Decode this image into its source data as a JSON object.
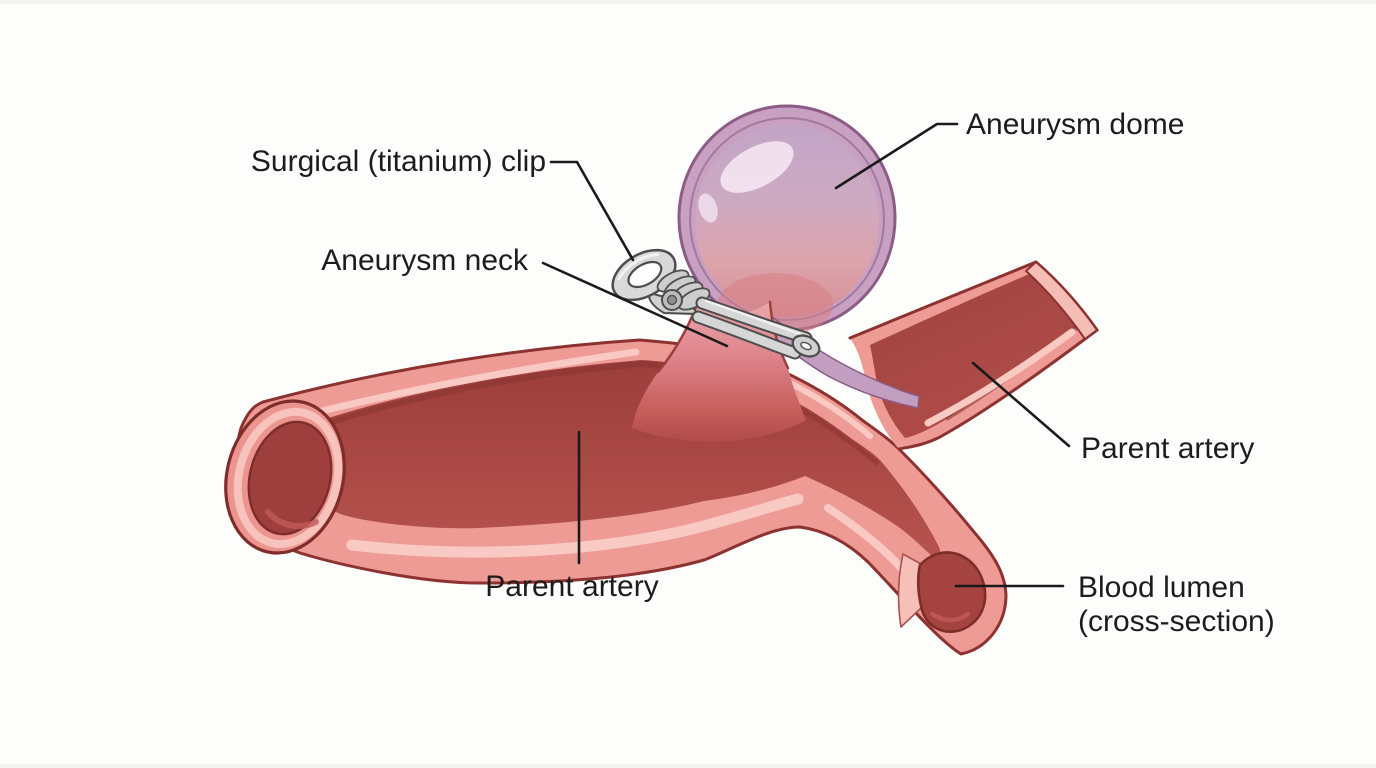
{
  "diagram": {
    "labels": {
      "surgical_clip": "Surgical (titanium) clip",
      "aneurysm_neck": "Aneurysm neck",
      "aneurysm_dome": "Aneurysm dome",
      "parent_artery_right": "Parent artery",
      "parent_artery_bottom": "Parent artery",
      "blood_lumen_line1": "Blood lumen",
      "blood_lumen_line2": "(cross-section)"
    },
    "colors": {
      "background": "#fdfdfc",
      "artery_wall": "#ee9b95",
      "artery_wall_highlight": "#f8cac3",
      "artery_outline": "#8d3230",
      "lumen_dark": "#9e3f3c",
      "lumen_mid": "#b5504c",
      "dome_rim": "#c8a0c2",
      "dome_rim_outline": "#8d5c86",
      "dome_gradient_top": "#c2a4c7",
      "dome_gradient_bottom": "#d68e95",
      "dome_highlight": "#f2e3f0",
      "neck_top": "#ecaab0",
      "neck_bottom": "#b04b48",
      "clip_metal": "#d6d6d6",
      "clip_outline": "#4d4d4d",
      "leader_line": "#1a1a1a",
      "label_text": "#1c1c1c"
    }
  }
}
